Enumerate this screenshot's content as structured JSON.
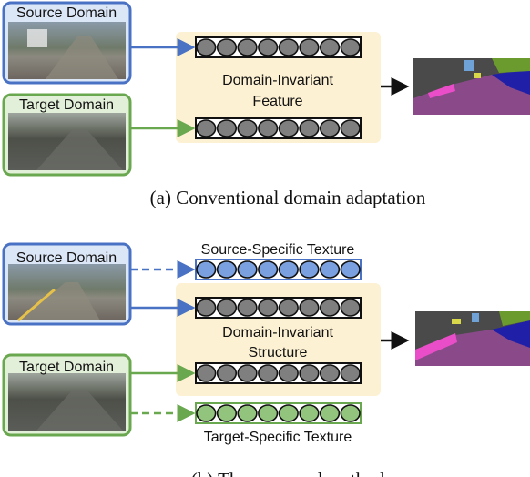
{
  "panel_a": {
    "source_label": "Source Domain",
    "target_label": "Target Domain",
    "feature_line1": "Domain-Invariant",
    "feature_line2": "Feature",
    "caption": "(a) Conventional domain adaptation"
  },
  "panel_b": {
    "source_label": "Source Domain",
    "target_label": "Target Domain",
    "source_texture_label": "Source-Specific Texture",
    "structure_line1": "Domain-Invariant",
    "structure_line2": "Structure",
    "target_texture_label": "Target-Specific Texture",
    "caption": "(b) The proposed method"
  },
  "colors": {
    "source_border": "#4a72c4",
    "source_fill": "#dbe6f7",
    "target_border": "#6aa84f",
    "target_fill": "#e3f0d9",
    "feature_panel": "#fdf1d3",
    "invariant_node": "#7f7f7f",
    "source_node": "#7aa0e0",
    "target_node": "#93c47d"
  },
  "node_count": 8
}
